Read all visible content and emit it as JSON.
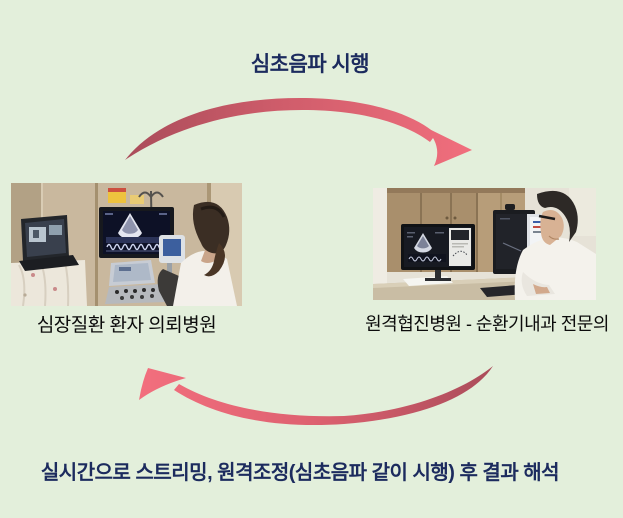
{
  "diagram": {
    "title": "심초음파 시행",
    "left_node": {
      "caption": "심장질환 환자 의뢰병원",
      "photo_description": "echo exam room: sonographer at ultrasound cart, echocardiogram monitor, telepresence laptop on cloth-covered table"
    },
    "right_node": {
      "caption": "원격협진병원 - 순환기내과 전문의",
      "photo_description": "remote cardiologist in white coat reading echocardiogram on dual dark monitors at a desk with wooden cabinet behind"
    },
    "footer": "실시간으로 스트리밍, 원격조정(심초음파 같이 시행) 후 결과 해석"
  },
  "icons": {
    "top_arrow": "curved-arrow-right-icon",
    "bottom_arrow": "curved-arrow-left-icon"
  },
  "colors": {
    "background": "#e3efdb",
    "heading_text": "#1c2b5e",
    "caption_text": "#0c0c0c",
    "arrow_gradient_dark": "#a84b59",
    "arrow_gradient_light": "#f4707f"
  }
}
